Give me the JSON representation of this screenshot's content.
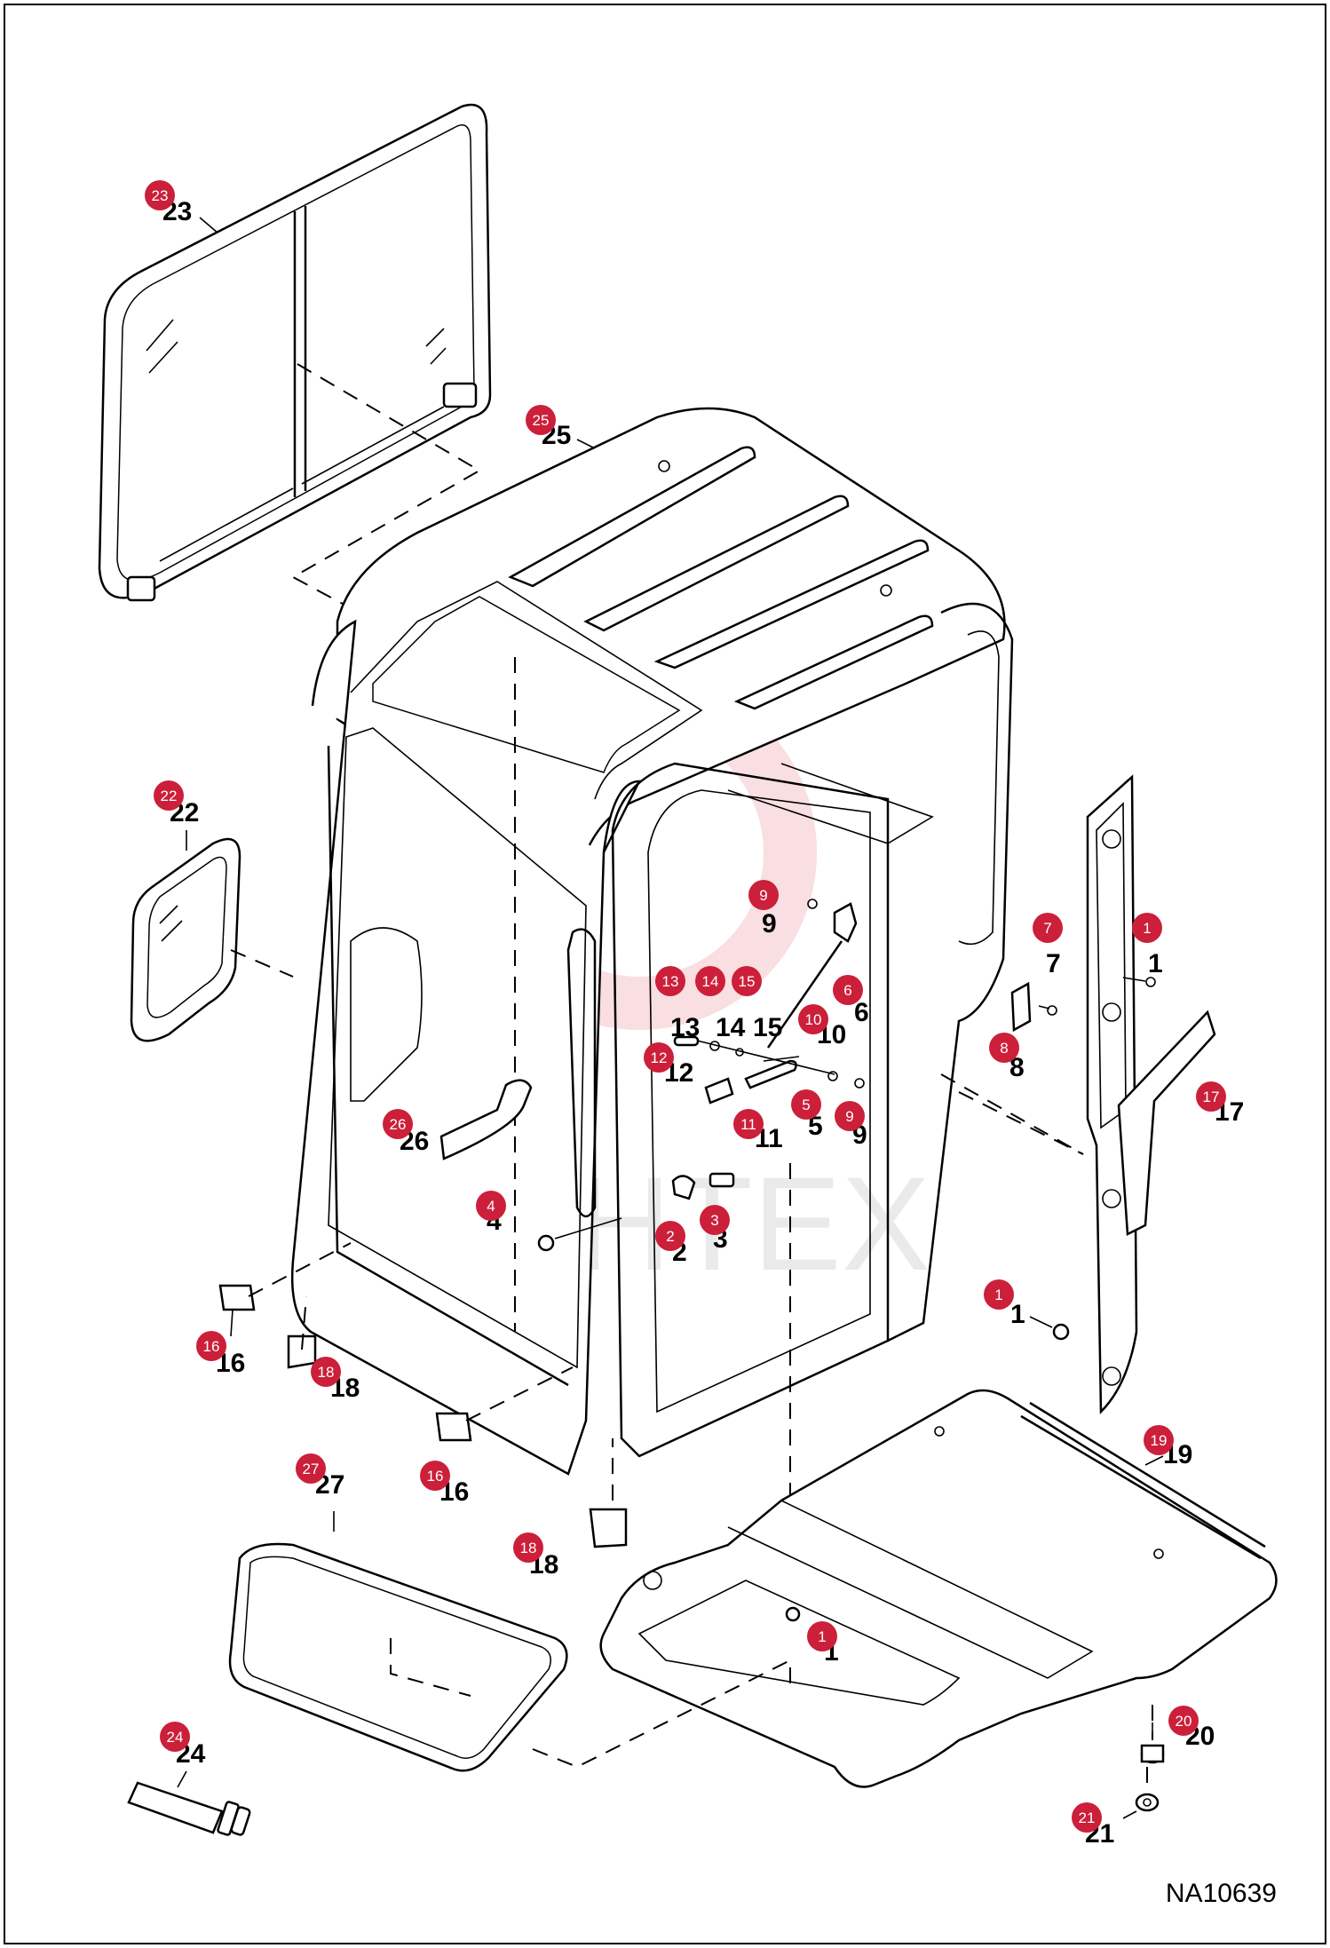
{
  "drawing_code": "NA10639",
  "watermark": "ИНТЕХ",
  "colors": {
    "badge": "#cc1f3a",
    "line": "#000000",
    "watermark": "#d9d9d9"
  },
  "callouts": [
    {
      "label": "23",
      "badge": "23"
    },
    {
      "label": "25",
      "badge": "25"
    },
    {
      "label": "22",
      "badge": "22"
    },
    {
      "label": "9",
      "badge": "9"
    },
    {
      "label": "13",
      "badge": "13"
    },
    {
      "label": "14",
      "badge": "14"
    },
    {
      "label": "15",
      "badge": "15"
    },
    {
      "label": "6",
      "badge": "6"
    },
    {
      "label": "7",
      "badge": "7"
    },
    {
      "label": "1",
      "badge": "1"
    },
    {
      "label": "10",
      "badge": "10"
    },
    {
      "label": "8",
      "badge": "8"
    },
    {
      "label": "12",
      "badge": "12"
    },
    {
      "label": "5",
      "badge": "5"
    },
    {
      "label": "9",
      "badge": "9"
    },
    {
      "label": "11",
      "badge": "11"
    },
    {
      "label": "17",
      "badge": "17"
    },
    {
      "label": "26",
      "badge": "26"
    },
    {
      "label": "4",
      "badge": "4"
    },
    {
      "label": "3",
      "badge": "3"
    },
    {
      "label": "2",
      "badge": "2"
    },
    {
      "label": "1",
      "badge": "1"
    },
    {
      "label": "16",
      "badge": "16"
    },
    {
      "label": "18",
      "badge": "18"
    },
    {
      "label": "19",
      "badge": "19"
    },
    {
      "label": "16",
      "badge": "16"
    },
    {
      "label": "27",
      "badge": "27"
    },
    {
      "label": "18",
      "badge": "18"
    },
    {
      "label": "1",
      "badge": "1"
    },
    {
      "label": "20",
      "badge": "20"
    },
    {
      "label": "24",
      "badge": "24"
    },
    {
      "label": "21",
      "badge": "21"
    }
  ]
}
